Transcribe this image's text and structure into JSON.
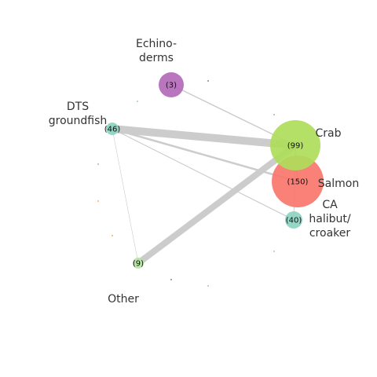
{
  "nodes": [
    {
      "id": "echinoderms",
      "label_lines": [
        "Echino-",
        "derms"
      ],
      "count": "(3)",
      "color": "#b36ab8"
    },
    {
      "id": "dts",
      "label_lines": [
        "DTS",
        "groundfish"
      ],
      "count": "(46)",
      "color": "#8dd3c0"
    },
    {
      "id": "crab",
      "label_lines": [
        "Crab"
      ],
      "count": "(99)",
      "color": "#aedd5a"
    },
    {
      "id": "salmon",
      "label_lines": [
        "Salmon"
      ],
      "count": "(150)",
      "color": "#f8766d"
    },
    {
      "id": "ca",
      "label_lines": [
        "CA",
        "halibut/",
        "croaker"
      ],
      "count": "(40)",
      "color": "#8dd3c0"
    },
    {
      "id": "other",
      "label_lines": [
        "Other"
      ],
      "count": "(9)",
      "color": "#b5e3a3"
    }
  ],
  "edges": [
    {
      "source": "dts",
      "target": "crab",
      "weight": 10
    },
    {
      "source": "other",
      "target": "crab",
      "weight": 8
    },
    {
      "source": "dts",
      "target": "salmon",
      "weight": 2.5
    },
    {
      "source": "dts",
      "target": "ca",
      "weight": 1.2
    },
    {
      "source": "dts",
      "target": "other",
      "weight": 0.6
    },
    {
      "source": "echinoderms",
      "target": "crab",
      "weight": 1.5
    },
    {
      "source": "crab",
      "target": "salmon",
      "weight": 1.5
    },
    {
      "source": "crab",
      "target": "ca",
      "weight": 1
    }
  ],
  "edge_color": "#cccccc"
}
